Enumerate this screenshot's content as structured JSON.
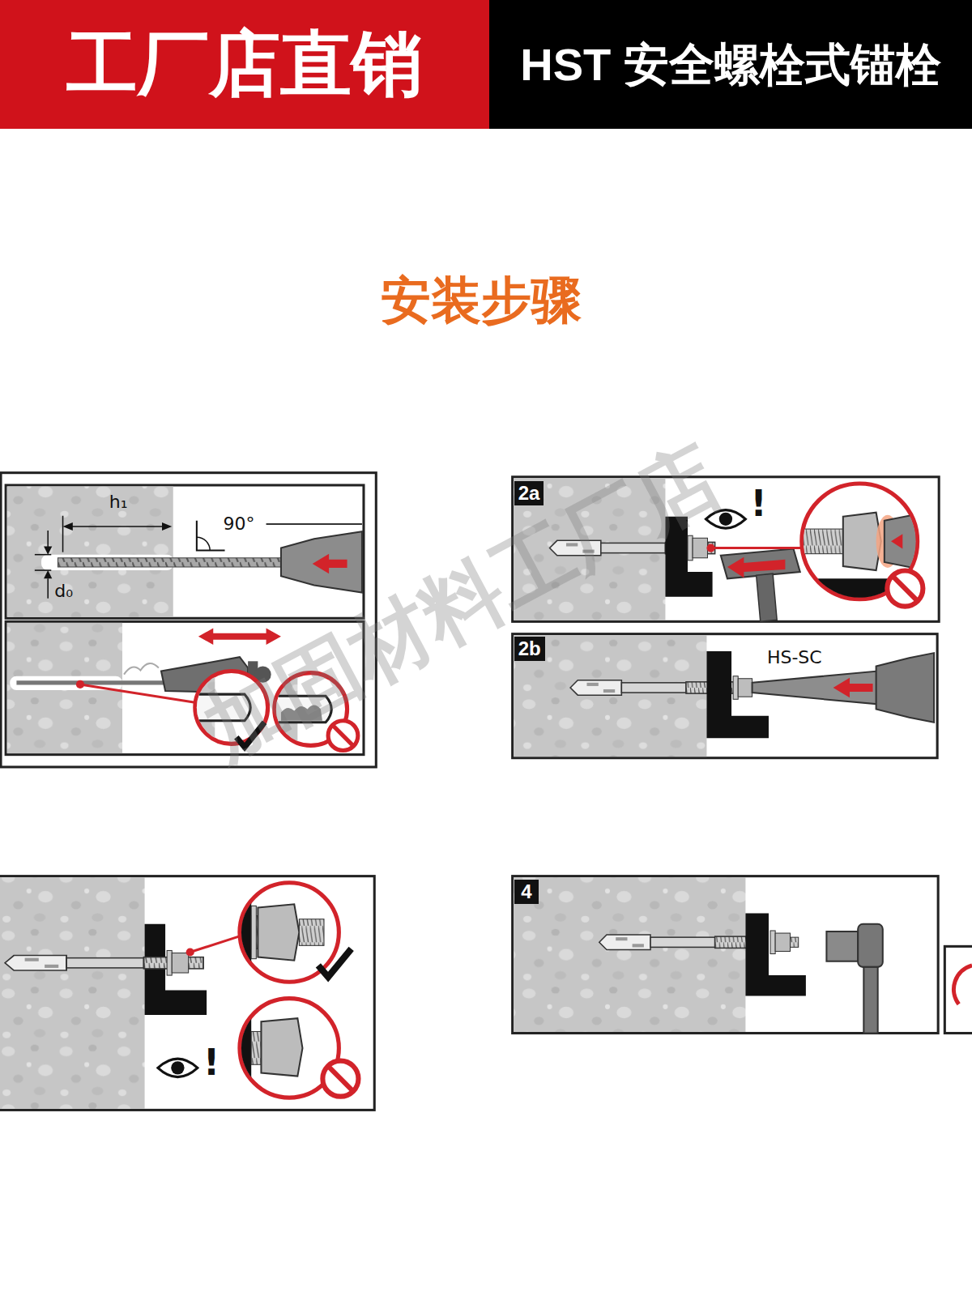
{
  "diagram": {
    "title": "安装步骤",
    "nodes": [
      {
        "text": [
          "工厂店直销"
        ]
      },
      {
        "text": [
          "HST 安全螺栓式锚栓"
        ]
      },
      {
        "text": [
          "2a"
        ]
      },
      {
        "text": [
          "2b"
        ]
      },
      {
        "text": [
          "4"
        ]
      }
    ],
    "labels": [
      "h₁",
      "90°",
      "d₀",
      "!",
      "HS-SC",
      "!",
      "加固材料工厂店"
    ]
  }
}
